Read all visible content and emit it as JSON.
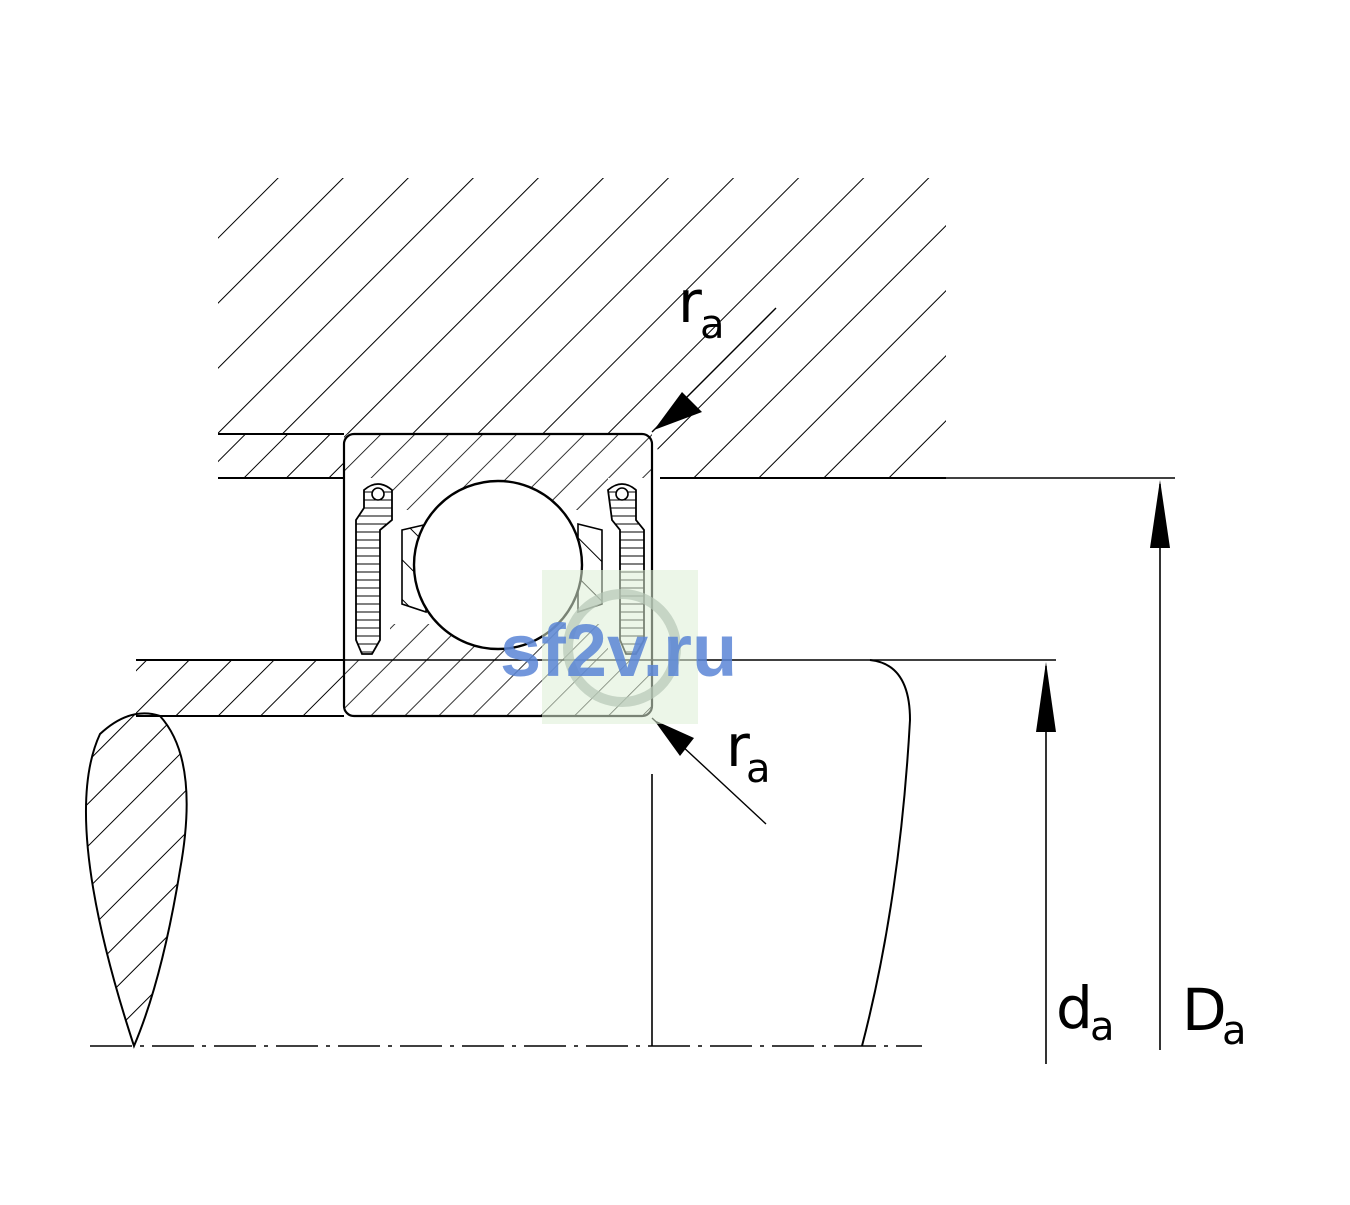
{
  "labels": {
    "ra_top": {
      "main": "r",
      "sub": "a"
    },
    "ra_bottom": {
      "main": "r",
      "sub": "a"
    },
    "da": {
      "main": "d",
      "sub": "a"
    },
    "Da": {
      "main": "D",
      "sub": "a"
    }
  },
  "watermark": {
    "text": "sf2v.ru"
  },
  "colors": {
    "line": "#000000",
    "background": "#ffffff",
    "watermark_text": "#5b86d6",
    "watermark_box": "#dcefd6"
  }
}
